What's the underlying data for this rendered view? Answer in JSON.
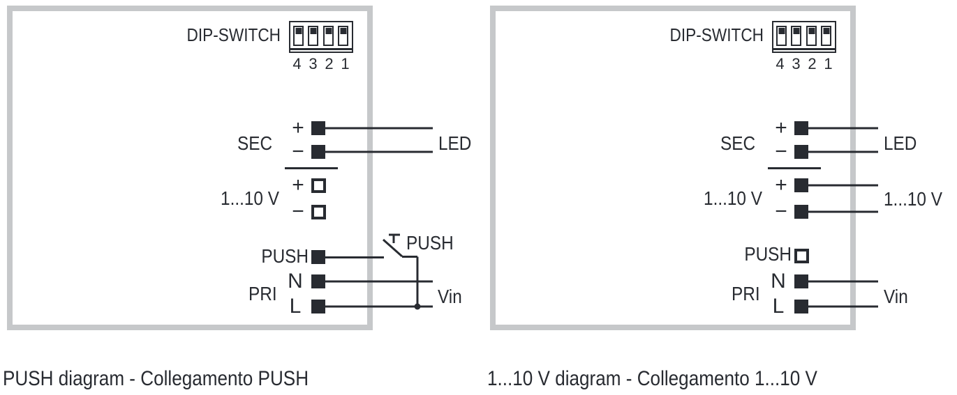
{
  "colors": {
    "ink": "#282b31",
    "box_border": "#c6c8ca",
    "background": "#ffffff"
  },
  "diagrams": [
    {
      "id": "push",
      "caption": "PUSH diagram - Collegamento PUSH",
      "dip_switch": {
        "label": "DIP-SWITCH",
        "numbers": [
          "4",
          "3",
          "2",
          "1"
        ],
        "levers": "all-up"
      },
      "sec": {
        "label": "SEC",
        "plus_sign": "+",
        "minus_sign": "−",
        "output_label": "LED"
      },
      "dim_1_10v": {
        "label": "1...10 V",
        "plus_sign": "+",
        "minus_sign": "−",
        "connected": false
      },
      "push_input": {
        "label": "PUSH",
        "connected": true,
        "switch_label": "PUSH"
      },
      "pri": {
        "label": "PRI",
        "neutral_label": "N",
        "line_label": "L",
        "output_label": "Vin"
      }
    },
    {
      "id": "dim-1-10v",
      "caption": "1...10 V diagram - Collegamento 1...10 V",
      "dip_switch": {
        "label": "DIP-SWITCH",
        "numbers": [
          "4",
          "3",
          "2",
          "1"
        ],
        "levers": "all-up"
      },
      "sec": {
        "label": "SEC",
        "plus_sign": "+",
        "minus_sign": "−",
        "output_label": "LED"
      },
      "dim_1_10v": {
        "label": "1...10 V",
        "plus_sign": "+",
        "minus_sign": "−",
        "connected": true,
        "output_label": "1...10 V"
      },
      "push_input": {
        "label": "PUSH",
        "connected": false
      },
      "pri": {
        "label": "PRI",
        "neutral_label": "N",
        "line_label": "L",
        "output_label": "Vin"
      }
    }
  ]
}
